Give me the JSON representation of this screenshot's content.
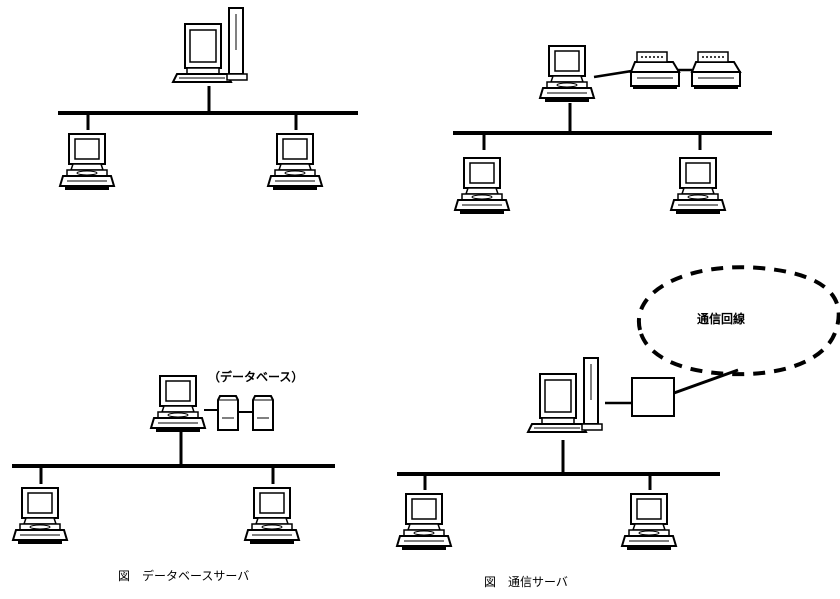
{
  "diagrams": {
    "database_server": {
      "label": "（データベース）",
      "caption": "図　データベースサーバ"
    },
    "comm_server": {
      "cloud_label": "通信回線",
      "caption": "図　通信サーバ"
    }
  }
}
